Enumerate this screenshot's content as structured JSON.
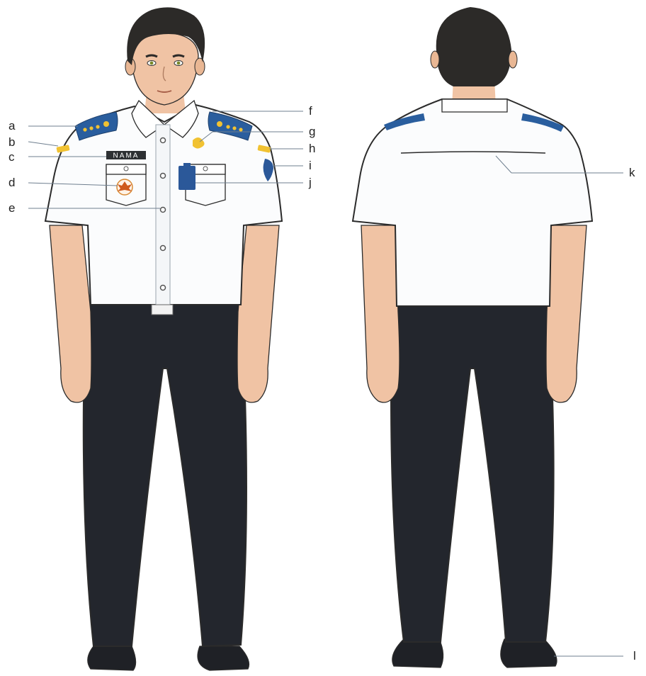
{
  "nametag_text": "NAMA",
  "callouts": [
    "a",
    "b",
    "c",
    "d",
    "e",
    "f",
    "g",
    "h",
    "i",
    "j",
    "k",
    "l"
  ],
  "colors": {
    "shirt": "#fbfcfd",
    "trousers": "#23262d",
    "skin": "#f0c3a4",
    "hair": "#2c2a28",
    "epaulette": "#2a5e9e",
    "insignia_gold": "#f1c232",
    "badge_blue": "#2b5899",
    "nametag": "#2d3033"
  }
}
